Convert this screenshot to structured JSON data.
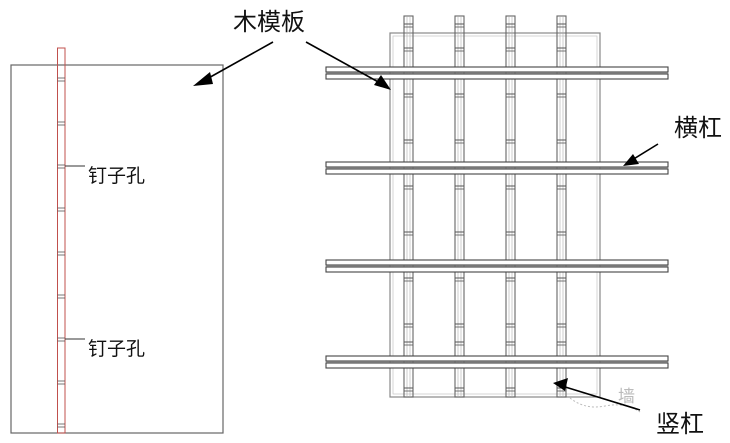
{
  "labels": {
    "wood_formwork": "木模板",
    "nail_hole_upper": "钉子孔",
    "nail_hole_lower": "钉子孔",
    "horizontal_bar": "横杠",
    "vertical_bar": "竖杠",
    "wall_mark": "墙"
  },
  "colors": {
    "strip": "#c0504d",
    "line": "#555555",
    "arrow": "#000000"
  },
  "structure": {
    "horizontal_bar_count": 4,
    "vertical_stud_count": 4
  }
}
